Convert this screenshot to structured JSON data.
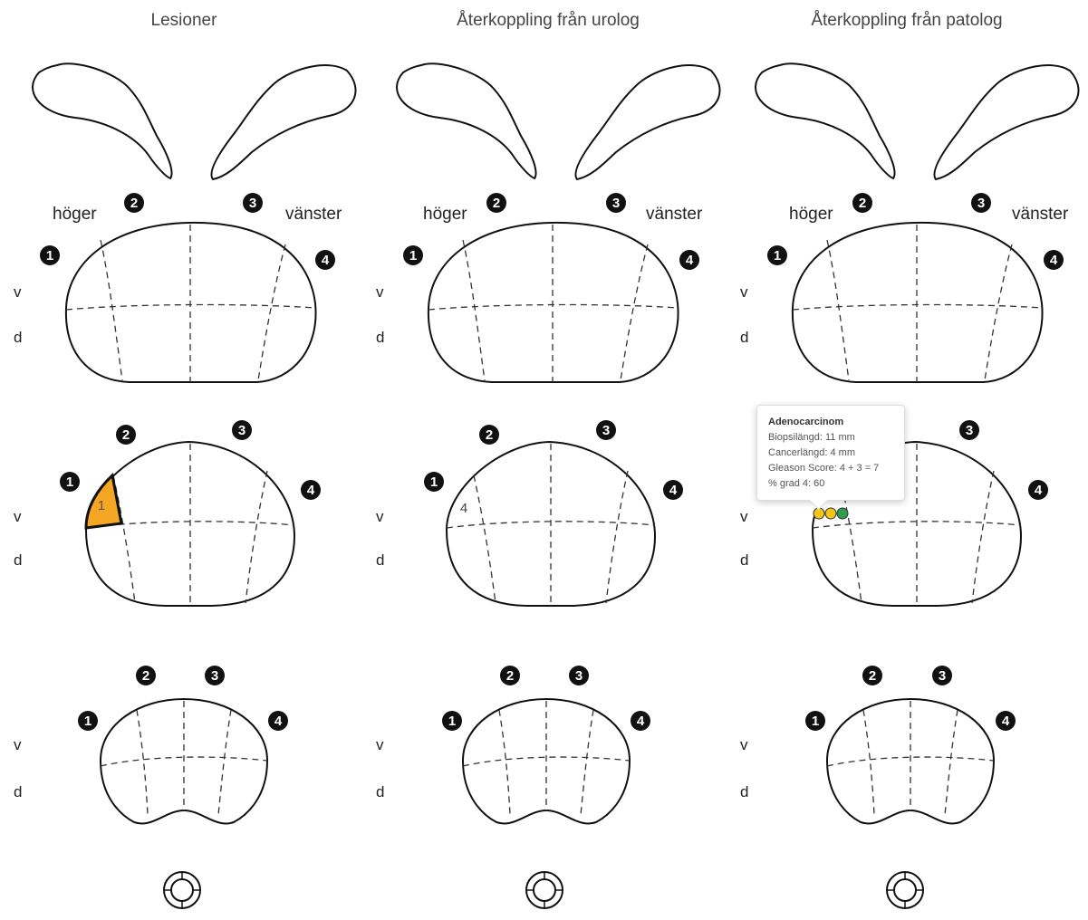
{
  "columns": [
    {
      "title": "Lesioner",
      "sides": {
        "right": "höger",
        "left": "vänster"
      },
      "zone_labels": {
        "v": "v",
        "d": "d"
      },
      "numbers": [
        "1",
        "2",
        "3",
        "4"
      ],
      "lesion": {
        "label": "1",
        "color": "#f5a623"
      }
    },
    {
      "title": "Återkoppling från urolog",
      "sides": {
        "right": "höger",
        "left": "vänster"
      },
      "zone_labels": {
        "v": "v",
        "d": "d"
      },
      "numbers": [
        "1",
        "2",
        "3",
        "4"
      ],
      "mid_annotation": "4"
    },
    {
      "title": "Återkoppling från patolog",
      "sides": {
        "right": "höger",
        "left": "vänster"
      },
      "zone_labels": {
        "v": "v",
        "d": "d"
      },
      "numbers": [
        "1",
        "2",
        "3",
        "4"
      ],
      "tooltip": {
        "title": "Adenocarcinom",
        "lines": [
          "Biopsilängd: 11 mm",
          "Cancerlängd: 4 mm",
          "Gleason Score: 4 + 3 = 7",
          "% grad 4: 60"
        ]
      },
      "biopsy_dots": [
        {
          "color": "#f5c518"
        },
        {
          "color": "#f5c518"
        },
        {
          "color": "#2e9d4e"
        }
      ]
    }
  ],
  "colors": {
    "badge": "#111111",
    "lesion_fill": "#f5a623",
    "dot_yellow": "#f5c518",
    "dot_green": "#2e9d4e"
  }
}
